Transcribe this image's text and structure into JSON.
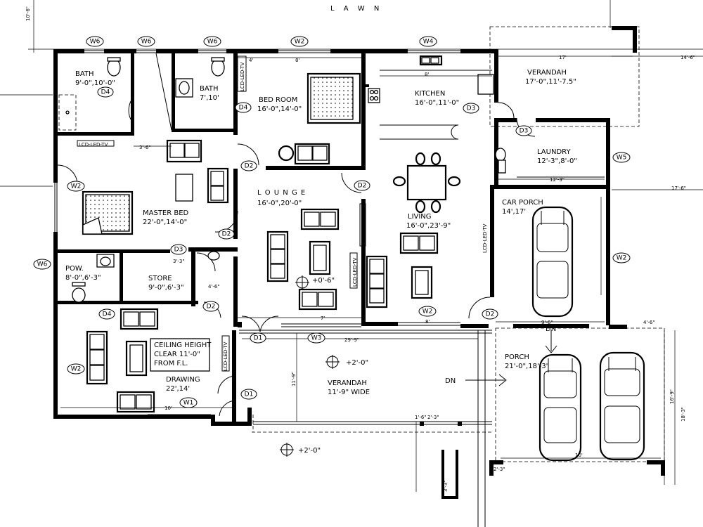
{
  "site": {
    "lawn": "L A W N"
  },
  "rooms": {
    "bath1": {
      "name": "BATH",
      "size": "9'-0\",10'-0\""
    },
    "bath2": {
      "name": "BATH",
      "size": "7',10'"
    },
    "bedroom": {
      "name": "BED ROOM",
      "size": "16'-0\",14'-0\""
    },
    "kitchen": {
      "name": "KITCHEN",
      "size": "16'-0\",11'-0\""
    },
    "verandah_top": {
      "name": "VERANDAH",
      "size": "17'-0\",11'-7.5\""
    },
    "laundry": {
      "name": "LAUNDRY",
      "size": "12'-3\",8'-0\""
    },
    "master": {
      "name": "MASTER BED",
      "size": "22'-0\",14'-0\""
    },
    "lounge": {
      "name": "L O U N G E",
      "size": "16'-0\",20'-0\""
    },
    "living": {
      "name": "LIVING",
      "size": "16'-0\",23'-9\""
    },
    "car_porch": {
      "name": "CAR PORCH",
      "size": "14',17'"
    },
    "powder": {
      "name": "POW.",
      "size": "8'-0\",6'-3\""
    },
    "store": {
      "name": "STORE",
      "size": "9'-0\",6'-3\""
    },
    "drawing": {
      "name": "DRAWING",
      "size": "22',14'"
    },
    "verandah_front": {
      "name": "VERANDAH",
      "size": "11'-9\" WIDE"
    },
    "porch": {
      "name": "PORCH",
      "size": "21'-0\",18'-3\""
    }
  },
  "notes": {
    "ceiling": [
      "CEILING HEIGHT",
      "CLEAR 11'-0\"",
      "FROM F.L."
    ],
    "dn1": "DN",
    "dn2": "DN",
    "level1": "+0'-6\"",
    "level2": "+2'-0\"",
    "level3": "+2'-0\"",
    "tv": "LCD-LED-TV"
  },
  "tags": {
    "windows": [
      "W6",
      "W6",
      "W6",
      "W2",
      "W4",
      "W5",
      "W2",
      "W2",
      "W6",
      "W2",
      "W2",
      "W1",
      "W3"
    ],
    "doors": [
      "D4",
      "D4",
      "D3",
      "D3",
      "D2",
      "D2",
      "D2",
      "D3",
      "D2",
      "D4",
      "D1",
      "D1",
      "D2"
    ]
  },
  "dims": {
    "d_10_6": "10'-6\"",
    "d_17": "17'",
    "d_14_6": "14'-6\"",
    "d_17_6": "17'-6\"",
    "d_8": "8'",
    "d_4": "4'",
    "d_3_6": "3'-6\"",
    "d_12_3": "12'-3\"",
    "d_7": "7'",
    "d_29_9": "29'-9\"",
    "d_11_9": "11'-9\"",
    "d_9_6": "9'-6\"",
    "d_4_6": "4'-6\"",
    "d_10": "10'",
    "d_16_9": "16'-9\"",
    "d_18_3": "18'-3\"",
    "d_2_3": "2'-3\"",
    "d_1_6": "1'-6\"",
    "d_3_3": "3'-3\""
  }
}
